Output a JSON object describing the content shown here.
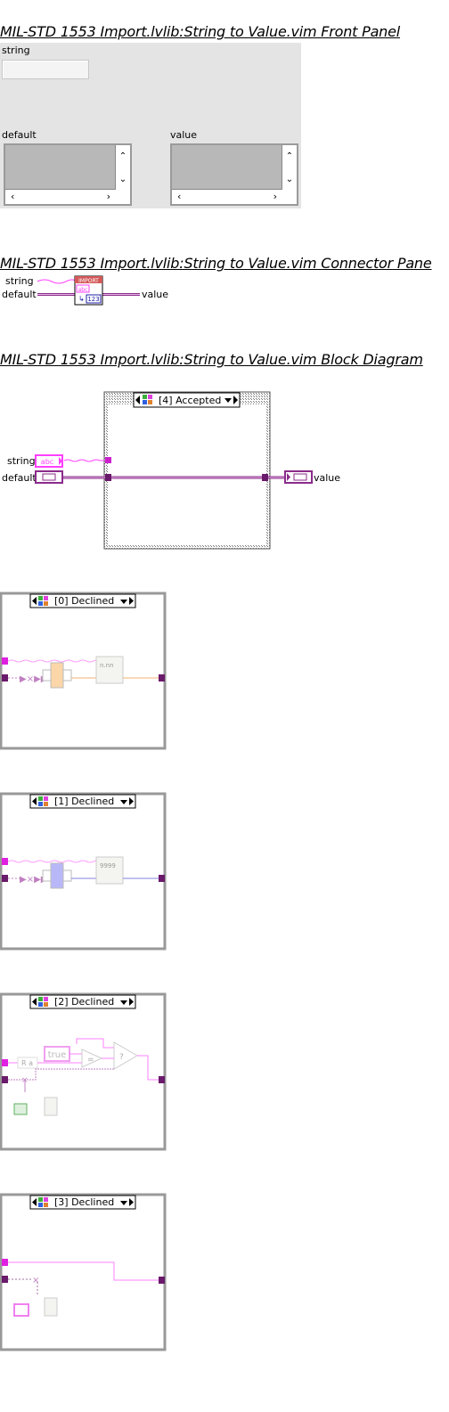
{
  "headings": {
    "front_panel": "MIL-STD 1553 Import.lvlib:String to Value.vim Front Panel",
    "connector_pane": "MIL-STD 1553 Import.lvlib:String to Value.vim Connector Pane",
    "block_diagram": "MIL-STD 1553 Import.lvlib:String to Value.vim Block Diagram"
  },
  "front_panel": {
    "string_label": "string",
    "default_label": "default",
    "value_label": "value"
  },
  "connector_pane": {
    "string_label": "string",
    "default_label": "default",
    "value_label": "value",
    "icon_banner": "IMPORT",
    "icon_abc": "abc",
    "icon_num": "123"
  },
  "block_diagram": {
    "string_label": "string",
    "default_label": "default",
    "value_label": "value",
    "main_case": "[4] Accepted",
    "const_abc": "abc",
    "cases": [
      "[0] Declined",
      "[1] Declined",
      "[2] Declined",
      "[3] Declined"
    ],
    "case2_true": "true"
  }
}
